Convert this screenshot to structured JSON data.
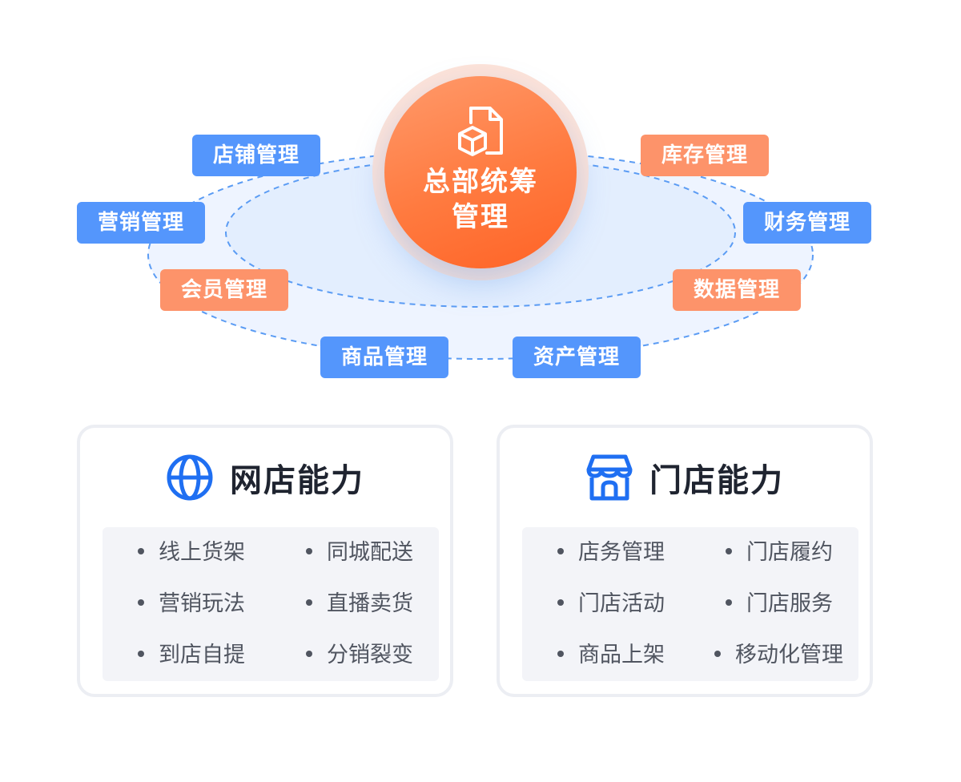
{
  "hub": {
    "title_line1": "总部统筹",
    "title_line2": "管理",
    "icon": "box-file-icon"
  },
  "tags": {
    "store_mgmt": "店铺管理",
    "marketing_mgmt": "营销管理",
    "member_mgmt": "会员管理",
    "product_mgmt": "商品管理",
    "asset_mgmt": "资产管理",
    "inventory_mgmt": "库存管理",
    "finance_mgmt": "财务管理",
    "data_mgmt": "数据管理"
  },
  "colors": {
    "blue_tag": "#5496fc",
    "orange_tag": "#fd936a",
    "hub": "#ff7a3f",
    "icon_blue": "#1f6ff2"
  },
  "online_card": {
    "title": "网店能力",
    "icon": "globe-icon",
    "items": [
      "线上货架",
      "同城配送",
      "营销玩法",
      "直播卖货",
      "到店自提",
      "分销裂变"
    ]
  },
  "store_card": {
    "title": "门店能力",
    "icon": "storefront-icon",
    "items": [
      "店务管理",
      "门店履约",
      "门店活动",
      "门店服务",
      "商品上架",
      "移动化管理"
    ]
  }
}
